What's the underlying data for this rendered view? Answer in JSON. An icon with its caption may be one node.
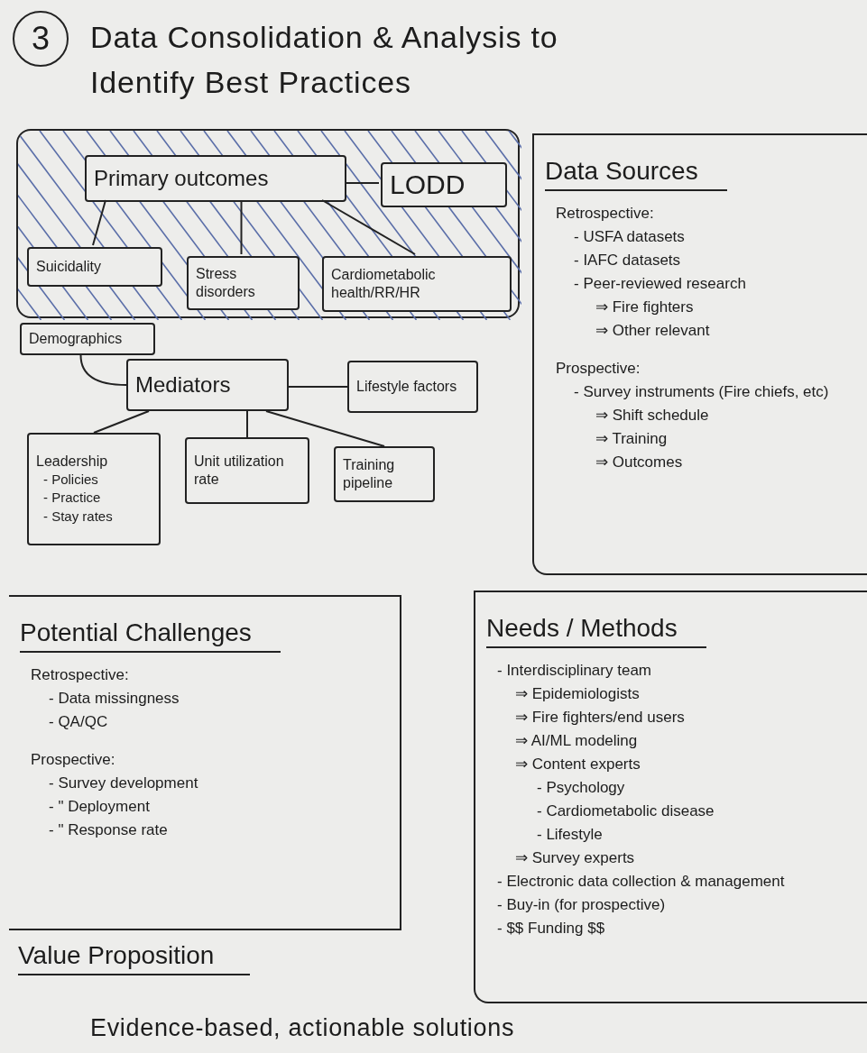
{
  "diagram": {
    "title": "Data Consolidation & Analysis to Identify Best Practices",
    "nodes": [
      {
        "text": [
          "3"
        ]
      },
      {
        "text": [],
        "shape": "box"
      },
      {
        "text": [
          "Primary outcomes"
        ],
        "in": 1
      },
      {
        "text": [
          "LODD"
        ],
        "in": 1
      },
      {
        "text": [
          "Suicidality"
        ],
        "in": 1
      },
      {
        "text": [
          "Stress disorders"
        ],
        "in": 1
      },
      {
        "text": [
          "Cardiometabolic health/RR/HR"
        ],
        "in": 1
      },
      {
        "text": [
          "Demographics"
        ]
      },
      {
        "text": [
          "Mediators"
        ]
      },
      {
        "text": [
          "Lifestyle factors"
        ]
      },
      {
        "text": [
          "Leadership",
          "- Policies",
          "- Practice",
          "- Stay rates"
        ]
      },
      {
        "text": [
          "Unit utilization rate"
        ]
      },
      {
        "text": [
          "Training pipeline"
        ]
      },
      {
        "text": [
          "Data Sources",
          "Retrospective:",
          "- USFA datasets",
          "- IAFC datasets",
          "- Peer-reviewed research",
          "⇒ Fire fighters",
          "⇒ Other relevant",
          "Prospective:",
          "- Survey instruments (Fire chiefs, etc)",
          "⇒ Shift schedule",
          "⇒ Training",
          "⇒ Outcomes"
        ]
      },
      {
        "text": [
          "Potential Challenges",
          "Retrospective:",
          "- Data missingness",
          "- QA/QC",
          "Prospective:",
          "- Survey development",
          "- \" Deployment",
          "- \" Response rate"
        ]
      },
      {
        "text": [
          "Needs / Methods",
          "- Interdisciplinary team",
          "⇒ Epidemiologists",
          "⇒ Fire fighters/end users",
          "⇒ AI/ML modeling",
          "⇒ Content experts",
          "- Psychology",
          "- Cardiometabolic disease",
          "- Lifestyle",
          "⇒ Survey experts",
          "- Electronic data collection & management",
          "- Buy-in (for prospective)",
          "- $$ Funding $$"
        ]
      }
    ],
    "edges": [
      {
        "from": 2,
        "to": 3,
        "arrow": "none"
      },
      {
        "from": 2,
        "to": 4,
        "arrow": "none"
      },
      {
        "from": 2,
        "to": 5,
        "arrow": "none"
      },
      {
        "from": 2,
        "to": 6,
        "arrow": "none"
      },
      {
        "from": 7,
        "to": 8,
        "arrow": "none"
      },
      {
        "from": 8,
        "to": 9,
        "arrow": "none"
      },
      {
        "from": 8,
        "to": 10,
        "arrow": "none"
      },
      {
        "from": 8,
        "to": 11,
        "arrow": "none"
      },
      {
        "from": 8,
        "to": 12,
        "arrow": "none"
      }
    ],
    "labels": [
      "Value Proposition",
      "Evidence-based, actionable solutions"
    ]
  }
}
